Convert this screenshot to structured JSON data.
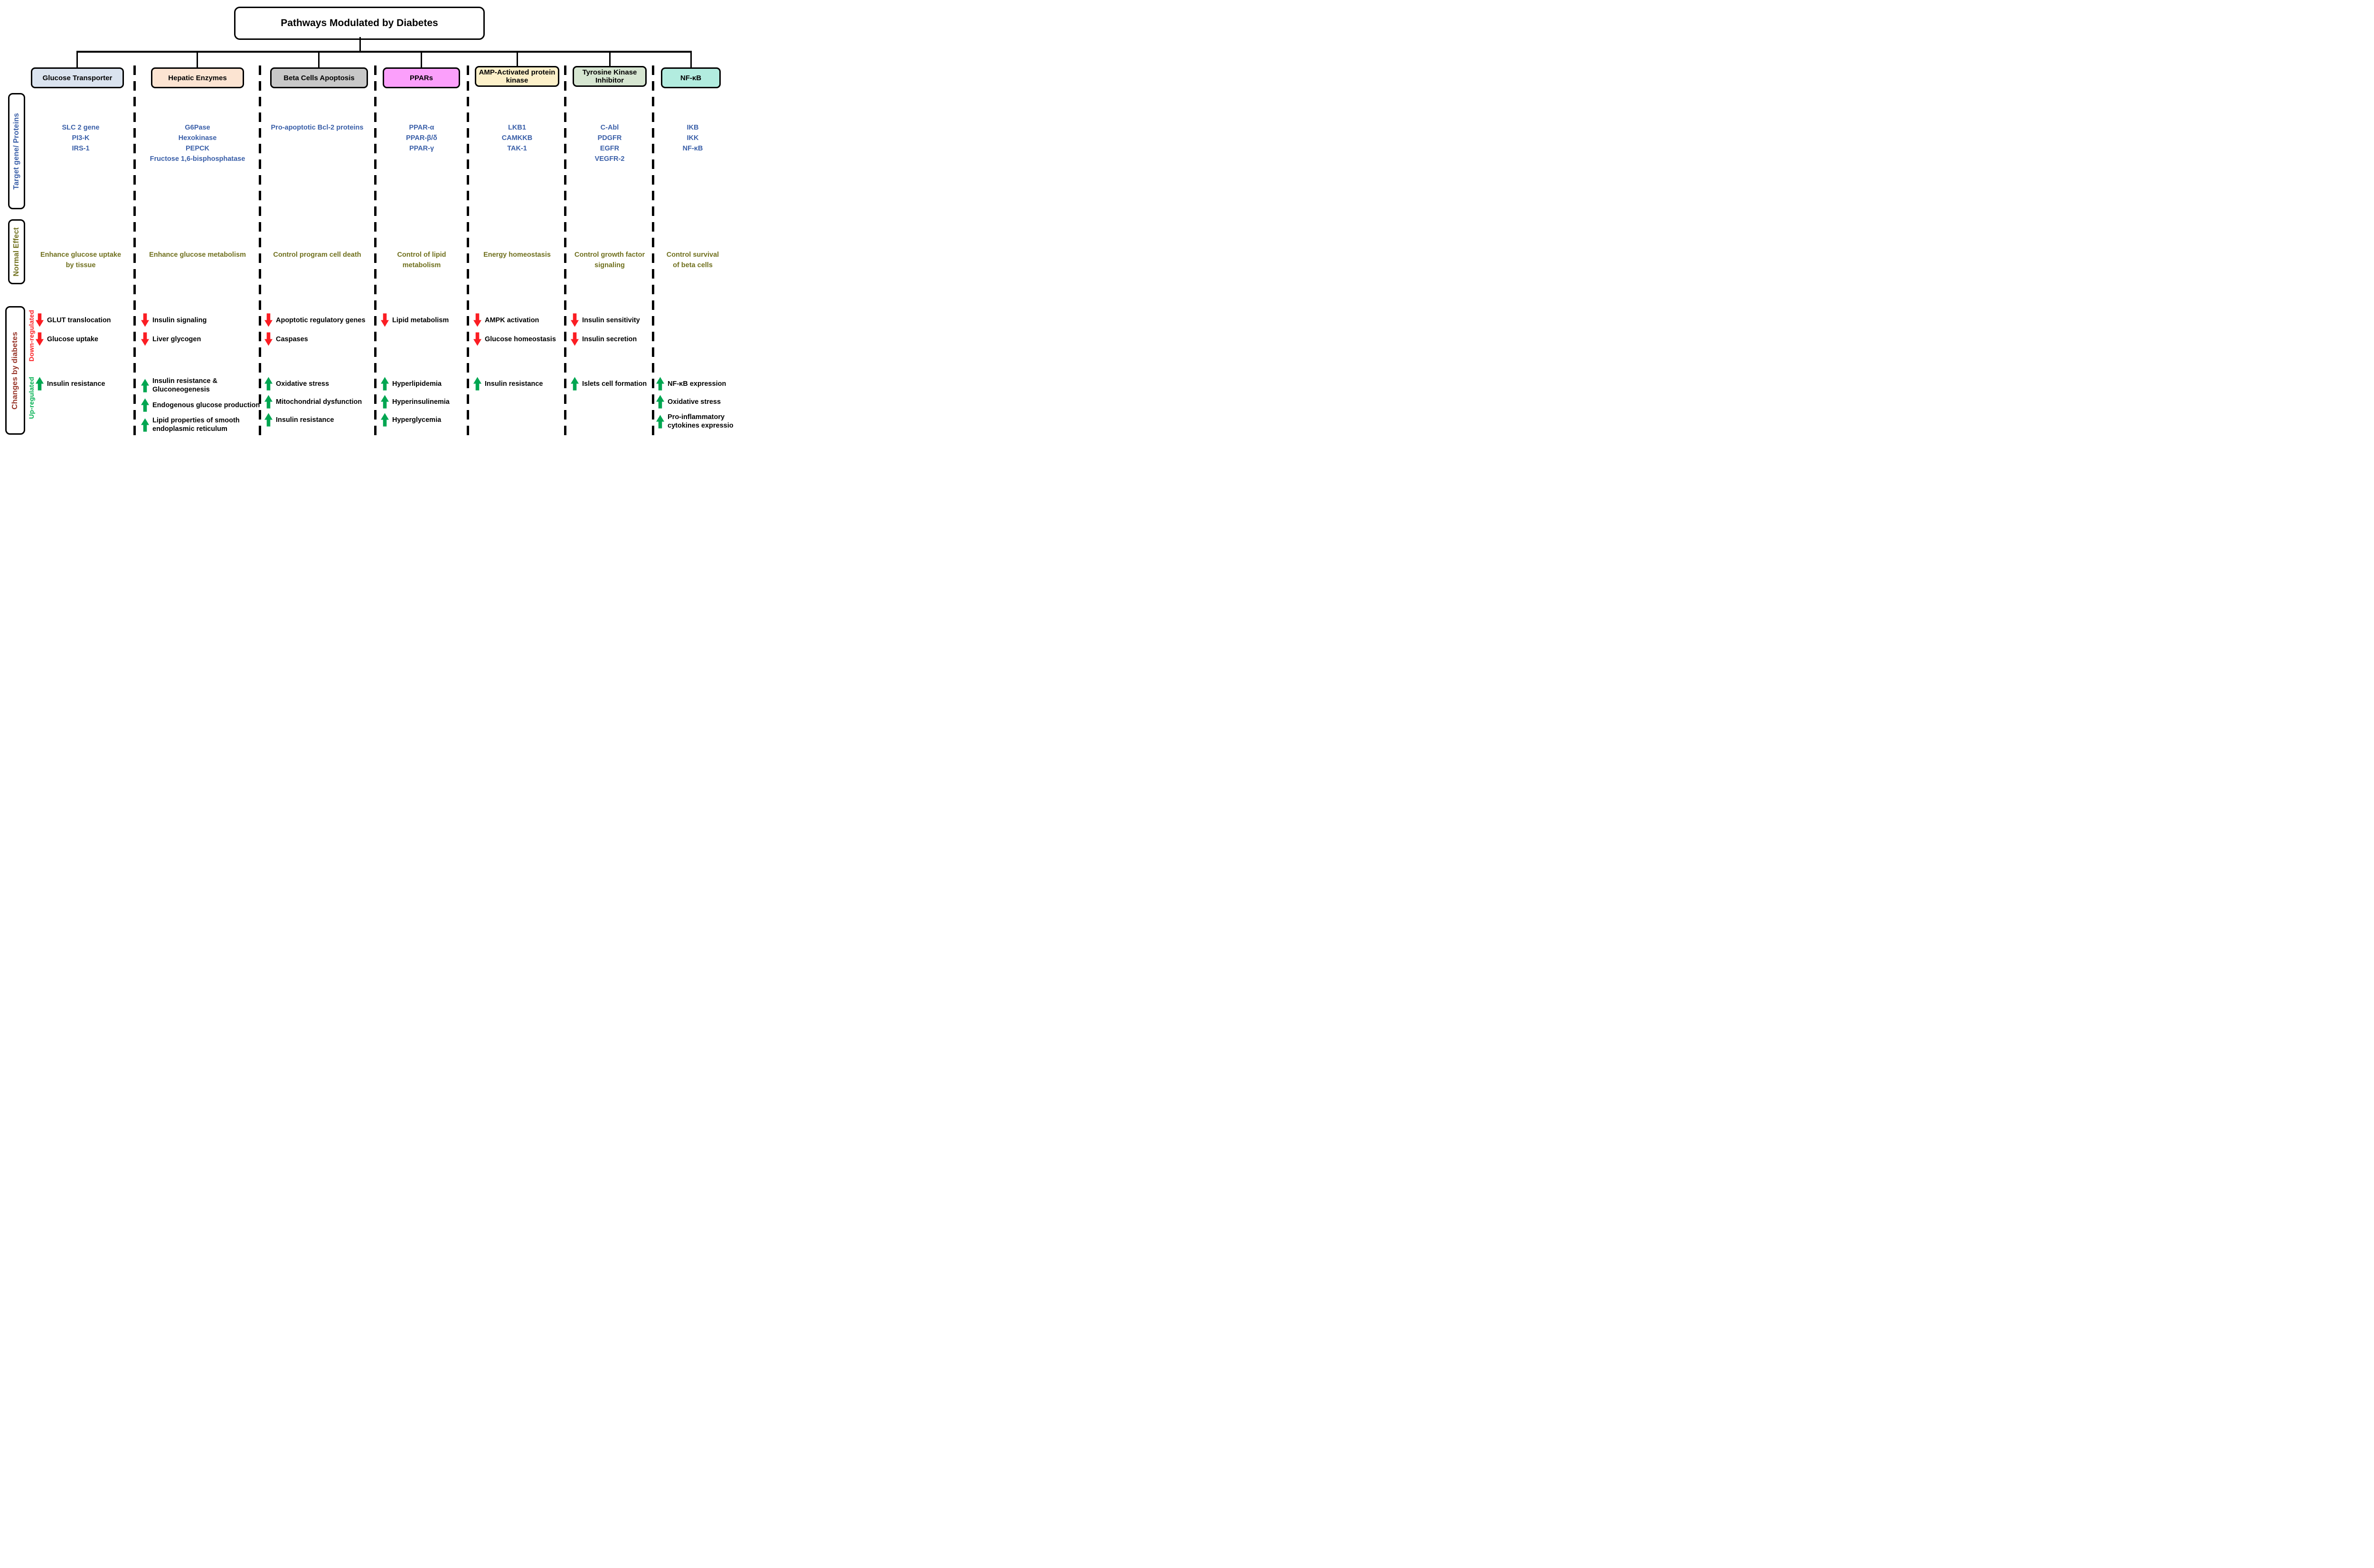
{
  "title": "Pathways Modulated by Diabetes",
  "row_labels": {
    "target_genes": "Target gene/ Proteins",
    "normal_effect": "Normal Effect",
    "changes": "Changes by diabetes",
    "down_regulated": "Down-regulated",
    "up_regulated": "Up-regulated"
  },
  "colors": {
    "gene_text": "#3a5fa8",
    "normal_text": "#70701e",
    "changes_label": "#963226",
    "down_label": "#fb1f24",
    "up_label": "#00b050",
    "down_arrow": "#fb1d23",
    "up_arrow": "#00a651"
  },
  "columns": [
    {
      "name": "Glucose Transporter",
      "header_color": "#dae3ef",
      "targets": [
        "SLC 2 gene",
        "PI3-K",
        "IRS-1"
      ],
      "normal_effect": "Enhance glucose uptake\nby tissue",
      "down_regulated": [
        "GLUT translocation",
        "Glucose uptake"
      ],
      "up_regulated": [
        "Insulin resistance"
      ]
    },
    {
      "name": "Hepatic Enzymes",
      "header_color": "#fce4d2",
      "targets": [
        "G6Pase",
        "Hexokinase",
        "PEPCK",
        "Fructose 1,6-bisphosphatase"
      ],
      "normal_effect": "Enhance glucose metabolism",
      "down_regulated": [
        "Insulin signaling",
        "Liver glycogen"
      ],
      "up_regulated": [
        "Insulin resistance &\nGluconeogenesis",
        "Endogenous glucose production",
        "Lipid properties of smooth\nendoplasmic reticulum"
      ]
    },
    {
      "name": "Beta Cells Apoptosis",
      "header_color": "#c8c8c8",
      "targets": [
        "Pro-apoptotic Bcl-2 proteins"
      ],
      "normal_effect": "Control program cell death",
      "down_regulated": [
        "Apoptotic regulatory genes",
        "Caspases"
      ],
      "up_regulated": [
        "Oxidative stress",
        "Mitochondrial dysfunction",
        "Insulin resistance"
      ]
    },
    {
      "name": "PPARs",
      "header_color": "#fb9ffb",
      "targets": [
        "PPAR-α",
        "PPAR-β/δ",
        "PPAR-γ"
      ],
      "normal_effect": "Control of lipid\nmetabolism",
      "down_regulated": [
        "Lipid metabolism"
      ],
      "up_regulated": [
        "Hyperlipidemia",
        "Hyperinsulinemia",
        "Hyperglycemia"
      ]
    },
    {
      "name": "AMP-Activated protein kinase",
      "header_color": "#fcf0c9",
      "targets": [
        "LKB1",
        "CAMKKB",
        "TAK-1"
      ],
      "normal_effect": "Energy homeostasis",
      "down_regulated": [
        "AMPK activation",
        "Glucose homeostasis"
      ],
      "up_regulated": [
        "Insulin resistance"
      ]
    },
    {
      "name": "Tyrosine Kinase Inhibitor",
      "header_color": "#d6e6d1",
      "targets": [
        "C-Abl",
        "PDGFR",
        "EGFR",
        "VEGFR-2"
      ],
      "normal_effect": "Control growth factor\nsignaling",
      "down_regulated": [
        "Insulin sensitivity",
        "Insulin secretion"
      ],
      "up_regulated": [
        "Islets cell formation"
      ]
    },
    {
      "name": "NF-κB",
      "header_color": "#b2ecdf",
      "targets": [
        "IKB",
        "IKK",
        "NF-κB"
      ],
      "normal_effect": "Control survival\nof beta cells",
      "down_regulated": [],
      "up_regulated": [
        "NF-κB expression",
        "Oxidative stress",
        "Pro-inflammatory\ncytokines expression"
      ]
    }
  ]
}
